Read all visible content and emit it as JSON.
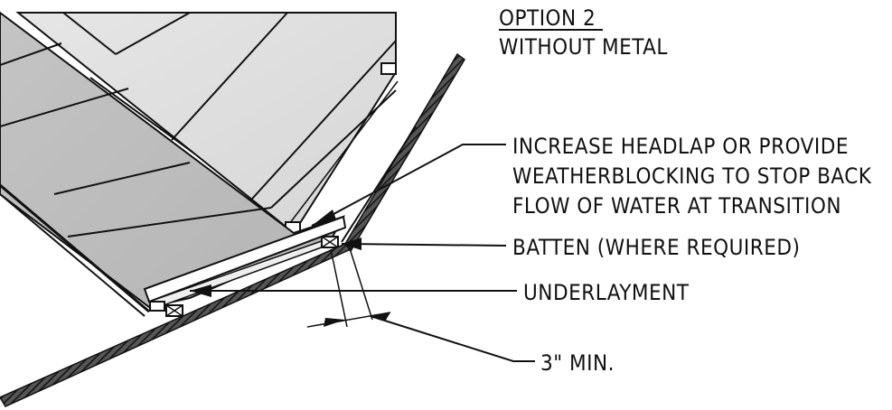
{
  "title": {
    "option": "OPTION 2",
    "subtitle": "WITHOUT METAL"
  },
  "callouts": {
    "headlap": [
      "INCREASE HEADLAP OR PROVIDE",
      "WEATHERBLOCKING TO STOP BACK",
      "FLOW OF WATER AT TRANSITION"
    ],
    "batten": "BATTEN (WHERE REQUIRED)",
    "underlayment": "UNDERLAYMENT",
    "dimension": "3\" MIN."
  },
  "colors": {
    "tile_light": "#e0e0e0",
    "tile_dark": "#bdbdbd",
    "line": "#111111",
    "background": "#ffffff"
  }
}
